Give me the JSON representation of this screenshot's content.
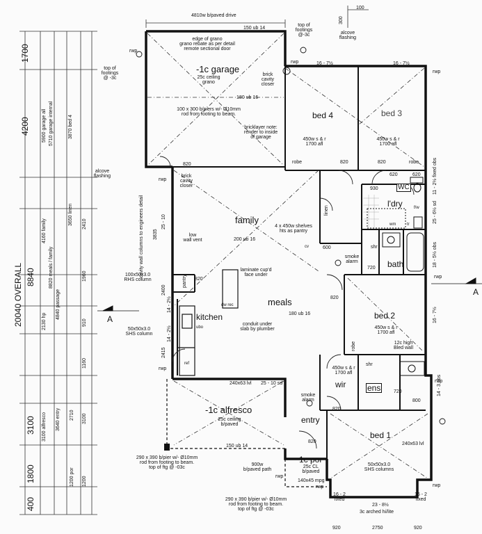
{
  "rooms": {
    "garage": "-1c garage",
    "family": "family",
    "meals": "meals",
    "kitchen": "kitchen",
    "bed4": "bed 4",
    "bed3": "bed 3",
    "bed2": "bed 2",
    "bed1": "bed 1",
    "alfresco": "-1c alfresco",
    "entry": "entry",
    "por": "1c por",
    "ldry": "l'dry",
    "wc": "WC",
    "bath": "bath",
    "ens": "ens",
    "wir": "wir",
    "linen": "linen",
    "pantry": "pantry",
    "robe": "robe",
    "shr": "shr"
  },
  "notes": {
    "drive": "4810w b/paved drive",
    "ub_top": "150 ub 14",
    "grano_edge": "edge of grano\ngrano rebate as per detail\nremote sectional door",
    "garage_ceiling": "25c ceiling\ngrano",
    "brick_closer": "brick\ncavity\ncloser",
    "pier": "100 x 300 b/piers w/- Ø10mm\nrod from footing to beam.",
    "bricklayer": "bricklayer note:\nrender to inside\nof garage",
    "top_footings_left": "top of\nfootings\n@ -3c",
    "top_footings_right": "top of\nfootings\n@-3c",
    "alcove_top": "alcove\nflashing",
    "alcove_left": "alcove\nflashing",
    "rwp": "rwp",
    "ub_180": "180 ub 16",
    "ub_200": "200 ub 16",
    "ub_180_meals": "180 ub 16",
    "shelves": "4 x 450w shelves\nhts as pantry",
    "low_wall": "low\nwall vent",
    "laminate": "laminate cup'd\nface under",
    "conduit": "conduit under\nslab by plumber",
    "column_rhs": "100x50x3.0\nRHS column",
    "column_shs": "50x50x3.0\nSHS column",
    "cavity_cols": "cavity wall columns\nto engineers detail",
    "alfresco_ceiling": "25c ceiling\nb/paved",
    "alfresco_beam": "240x63 lvl",
    "alfresco_beam_right": "25 - 10 sd",
    "alfresco_ub": "150 ub 14",
    "pier_bottom_left": "290 x 390 b/pier w/- Ø10mm\nrod from footing to beam.\ntop of ftg @ -03c",
    "pier_bottom_mid": "290 x 390 b/pier w/- Ø10mm\nrod from footing to beam.\ntop of ftg @ -03c",
    "path": "900w\nb/paved path",
    "por_ceiling": "25c CL\nb/paved",
    "mpg": "140x45 mpg",
    "shs_bed1": "50x50x3.0\nSHS columns",
    "arched": "3c arched hi/lite",
    "bed1_lvl": "240x63 lvl",
    "smoke1": "smoke\nalarm",
    "smoke2": "smoke\nalarm",
    "bed2_robe": "450w s & r\n1700 afl",
    "bed4_robe": "450w s & r\n1700 afl",
    "bed3_robe": "450w s & r\n1700 afl",
    "wir_robe": "450w s & r\n1700 afl",
    "hi_bled": "12c high\nBled wall",
    "fixed_obs": "11 - 2½\nfixed obs",
    "section_a": "A",
    "dw_rec": "dw rec",
    "ref": "ref",
    "ubo": "ubo",
    "cv": "cv",
    "fw": "f/w",
    "wm": "wm",
    "trough": "tr"
  },
  "dim_left_outer": {
    "overall": "20040 OVERALL",
    "d4200": "4200",
    "d1700": "1700",
    "d8840": "8840",
    "d3100": "3100",
    "d1800": "1800",
    "d400": "400"
  },
  "dim_left_mid": [
    "5900 garage all",
    "5710 garage internal",
    "4160 family",
    "8820 meals / family",
    "4840 passage",
    "2130 hp",
    "3100 alfresco",
    "3640 entry",
    "1200 por"
  ],
  "dim_left_inner": [
    "3870 bed 4",
    "3650 linen",
    "2410",
    "1960",
    "910",
    "1160",
    "2710",
    "3100",
    "1200"
  ],
  "dim_walls": [
    "25 - 10",
    "3835",
    "2400",
    "14 - 2½",
    "14 - 2½",
    "2415"
  ],
  "window_codes": [
    "16 - 7½",
    "16 - 7½",
    "18 - 5½ obs",
    "16 - 7½",
    "14 - 3 obs",
    "16 - 2\nfixed",
    "16 - 2\nfixed",
    "23 - 8½",
    "25 - 6½ sd"
  ],
  "openings": [
    "820",
    "820",
    "820",
    "820",
    "820",
    "820",
    "820",
    "720",
    "720",
    "800",
    "930",
    "600",
    "620",
    "620"
  ],
  "bottom_dims": [
    "920",
    "2750",
    "920"
  ],
  "top_dims": [
    "300",
    "100"
  ]
}
